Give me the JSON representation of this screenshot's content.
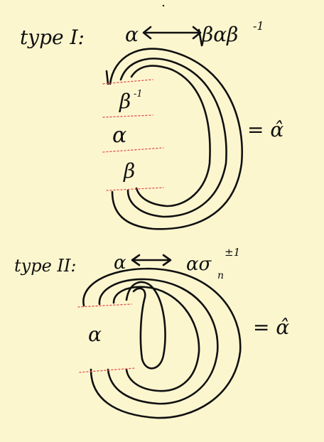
{
  "title": "",
  "move1": {
    "label": "type I:",
    "lhs": "α",
    "rhs": "βαβ",
    "rhs_exp": "-1",
    "stack_top": "β",
    "stack_top_exp": "-1",
    "stack_mid": "α",
    "stack_bot": "β",
    "result": "= α̂"
  },
  "move2": {
    "label": "type II:",
    "lhs": "α",
    "rhs": "ασ",
    "rhs_sub": "n",
    "rhs_exp": "±1",
    "stack_mid": "α",
    "result": "= α̂"
  },
  "colors": {
    "ink": "#101010",
    "paper": "#fcf6cf",
    "cut": "#e0504a"
  }
}
